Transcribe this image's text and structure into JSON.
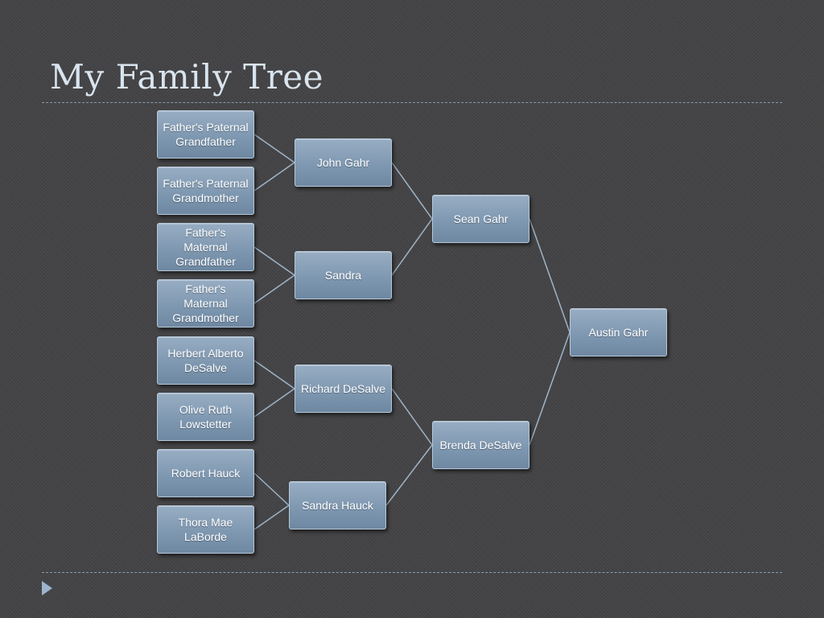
{
  "slide": {
    "title": "My Family Tree"
  },
  "tree": {
    "great_grandparents": [
      "Father's Paternal Grandfather",
      "Father's Paternal Grandmother",
      "Father's Maternal Grandfather",
      "Father's Maternal Grandmother",
      "Herbert Alberto DeSalve",
      "Olive Ruth Lowstetter",
      "Robert Hauck",
      "Thora Mae LaBorde"
    ],
    "grandparents": [
      "John Gahr",
      "Sandra",
      "Richard DeSalve",
      "Sandra Hauck"
    ],
    "parents": [
      "Sean Gahr",
      "Brenda DeSalve"
    ],
    "self": "Austin Gahr"
  },
  "colors": {
    "background": "#444446",
    "node_fill": "#7f98b1",
    "node_border": "#b6c8d9",
    "connector": "#9fb4c8",
    "title_text": "#d9e4ee",
    "nav_arrow": "#9cb4cc"
  },
  "icons": {
    "nav_arrow": "play-triangle-icon"
  }
}
